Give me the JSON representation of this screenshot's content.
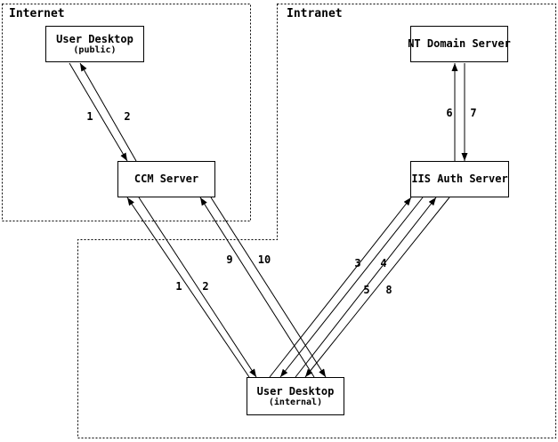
{
  "diagram": {
    "background_color": "#ffffff",
    "stroke_color": "#000000",
    "zones": {
      "internet": {
        "label": "Internet"
      },
      "intranet": {
        "label": "Intranet"
      }
    },
    "nodes": {
      "user_desktop_public": {
        "title": "User Desktop",
        "subtitle": "(public)"
      },
      "nt_domain_server": {
        "title": "NT Domain Server"
      },
      "ccm_server": {
        "title": "CCM Server"
      },
      "iis_auth_server": {
        "title": "IIS Auth Server"
      },
      "user_desktop_internal": {
        "title": "User Desktop",
        "subtitle": "(internal)"
      }
    },
    "flow_labels": {
      "step1_public": "1",
      "step2_public": "2",
      "step1_internal": "1",
      "step2_internal": "2",
      "step3": "3",
      "step4": "4",
      "step5": "5",
      "step6": "6",
      "step7": "7",
      "step8": "8",
      "step9": "9",
      "step10": "10"
    }
  }
}
